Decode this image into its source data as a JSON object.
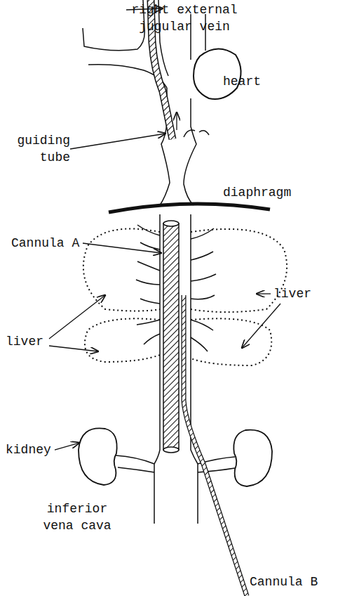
{
  "diagram": {
    "labels": [
      "right external jugular vein",
      "heart",
      "guiding tube",
      "diaphragm",
      "Cannula A",
      "liver",
      "liver",
      "kidney",
      "inferior vena cava",
      "Cannula B"
    ]
  }
}
